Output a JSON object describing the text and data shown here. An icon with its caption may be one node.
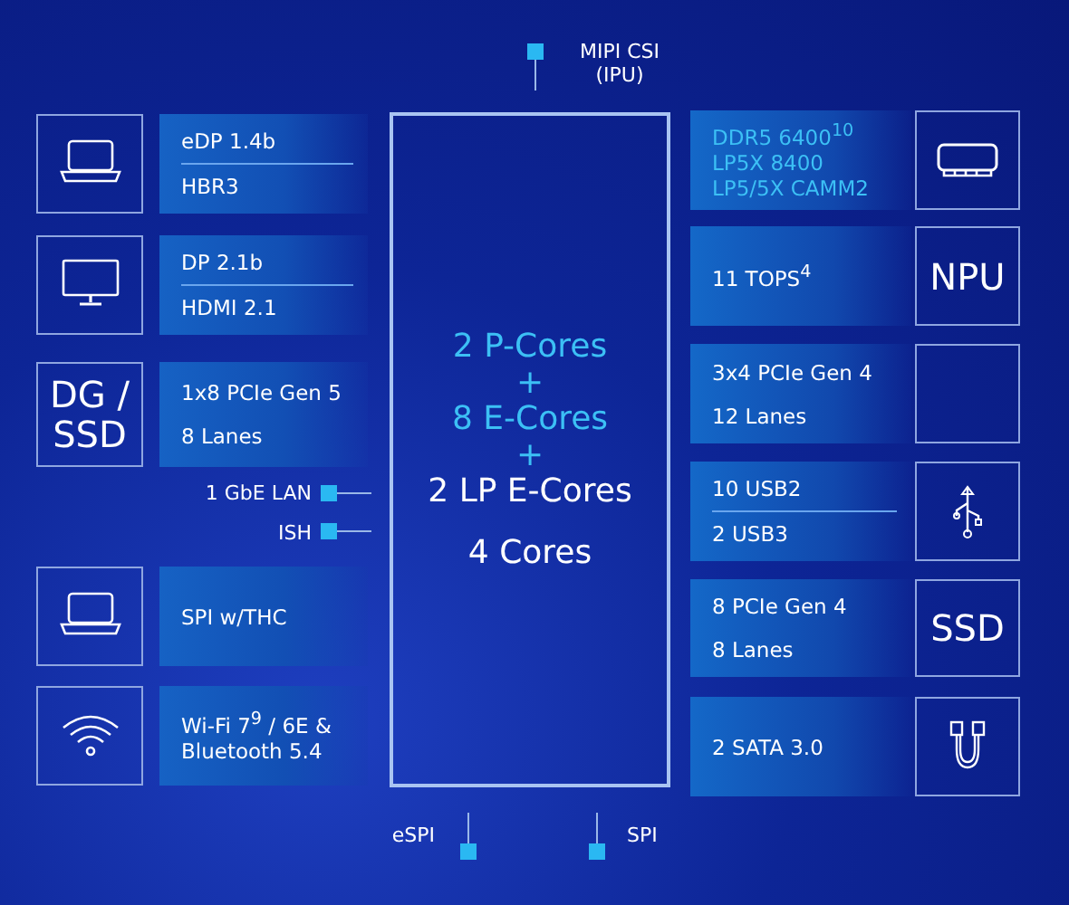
{
  "diagram": {
    "nodes": [
      {
        "text": [],
        "shape": "box"
      },
      {
        "text": [
          "eDP 1.4b",
          "HBR3"
        ]
      },
      {
        "text": [],
        "shape": "box"
      },
      {
        "text": [
          "DP 2.1b",
          "HDMI 2.1"
        ]
      },
      {
        "text": [
          "DG / SSD"
        ]
      },
      {
        "text": [
          "1x8 PCIe Gen 5",
          "8 Lanes"
        ]
      },
      {
        "text": [],
        "shape": "box"
      },
      {
        "text": [
          "SPI w/THC"
        ]
      },
      {
        "text": [],
        "shape": "box"
      },
      {
        "text": [
          "Wi-Fi 7$^{9}$ / 6E & Bluetooth 5.4"
        ]
      },
      {
        "text": [
          "2 P-Cores",
          "+",
          "8 E-Cores",
          "+",
          "2 LP E-Cores",
          "4 Cores"
        ]
      },
      {
        "text": [
          "DDR5 6400$^{10}$",
          "LP5X 8400",
          "LP5/5X CAMM2"
        ]
      },
      {
        "text": [],
        "shape": "box"
      },
      {
        "text": [
          "11 TOPS$^{4}$"
        ]
      },
      {
        "text": [
          "NPU"
        ]
      },
      {
        "text": [
          "3x4 PCIe Gen 4",
          "12 Lanes"
        ]
      },
      {
        "text": [],
        "shape": "box"
      },
      {
        "text": [
          "10 USB2",
          "2 USB3"
        ]
      },
      {
        "text": [],
        "shape": "box"
      },
      {
        "text": [
          "8 PCIe Gen 4",
          "8 Lanes"
        ]
      },
      {
        "text": [
          "SSD"
        ]
      },
      {
        "text": [
          "2 SATA 3.0"
        ]
      },
      {
        "text": [],
        "shape": "box"
      }
    ],
    "edges": [],
    "labels": [
      "MIPI CSI (IPU)",
      "1 GbE LAN",
      "ISH",
      "eSPI",
      "SPI"
    ]
  }
}
